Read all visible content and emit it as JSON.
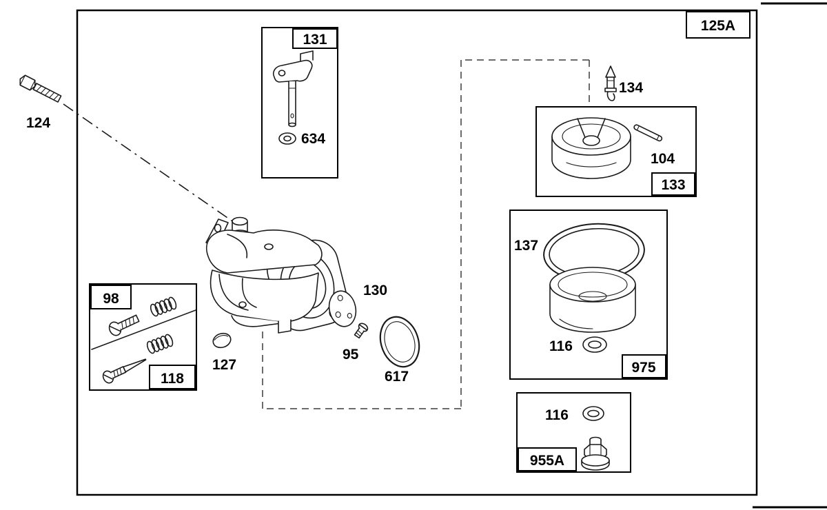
{
  "page": {
    "frame_tag": "125A"
  },
  "labels": {
    "bolt": "124",
    "throttle_box": "131",
    "throttle_washer": "634",
    "inlet_needle": "134",
    "float_pin": "104",
    "float_box": "133",
    "bowl_gasket": "137",
    "bowl_box": "975",
    "bowl_washer": "116",
    "nut_washer": "116",
    "nut_box": "955A",
    "screw_set_box": "98",
    "needle_set_box": "118",
    "welch_plug": "127",
    "throttle_plate": "130",
    "plate_screw": "95",
    "o_ring": "617"
  }
}
